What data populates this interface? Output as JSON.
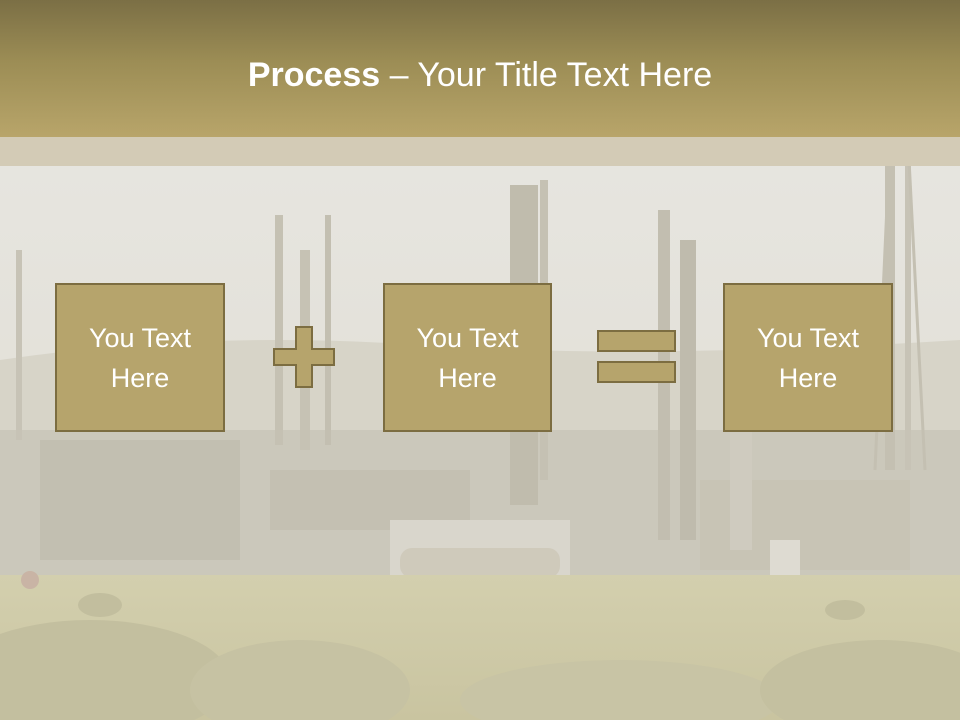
{
  "title": {
    "bold": "Process",
    "rest": " – Your Title Text Here"
  },
  "boxes": [
    {
      "label": "You Text Here"
    },
    {
      "label": "You Text Here"
    },
    {
      "label": "You Text Here"
    }
  ],
  "operators": [
    "plus",
    "equals"
  ],
  "background": "faded-industrial-refinery-photo",
  "colors": {
    "header_top": "#7b6f45",
    "header_bottom": "#b8a56a",
    "band": "#d3cbb6",
    "box_fill": "#b6a46c",
    "box_border": "#7c6d41",
    "text": "#ffffff"
  }
}
